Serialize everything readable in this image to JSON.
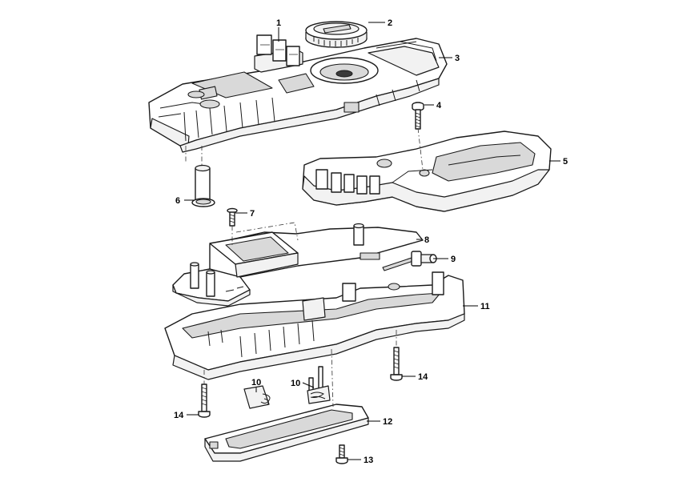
{
  "diagram": {
    "callouts": [
      {
        "id": "c1",
        "label": "1"
      },
      {
        "id": "c2",
        "label": "2"
      },
      {
        "id": "c3",
        "label": "3"
      },
      {
        "id": "c4",
        "label": "4"
      },
      {
        "id": "c5",
        "label": "5"
      },
      {
        "id": "c6",
        "label": "6"
      },
      {
        "id": "c7",
        "label": "7"
      },
      {
        "id": "c8",
        "label": "8"
      },
      {
        "id": "c9",
        "label": "9"
      },
      {
        "id": "c11",
        "label": "11"
      },
      {
        "id": "c10a",
        "label": "10"
      },
      {
        "id": "c10b",
        "label": "10"
      },
      {
        "id": "c14a",
        "label": "14"
      },
      {
        "id": "c14b",
        "label": "14"
      },
      {
        "id": "c12",
        "label": "12"
      },
      {
        "id": "c13",
        "label": "13"
      }
    ]
  }
}
